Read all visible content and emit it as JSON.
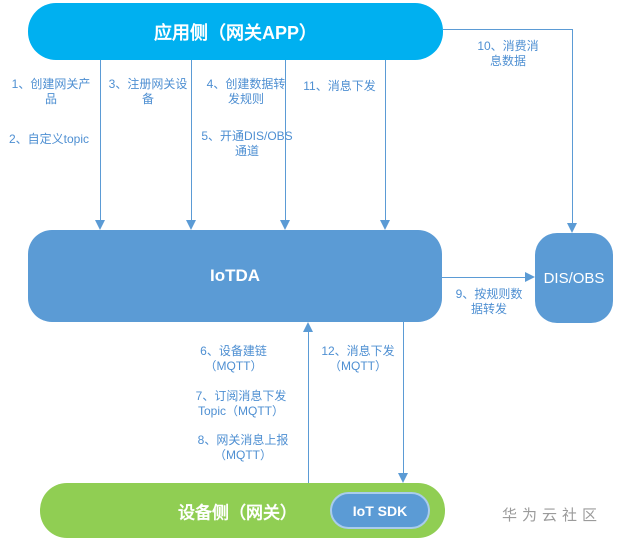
{
  "nodes": {
    "app": "应用侧（网关APP）",
    "iotda": "IoTDA",
    "disobs": "DIS/OBS",
    "device": "设备侧（网关）",
    "iot_sdk": "IoT SDK"
  },
  "labels": {
    "l1": "1、创建网关产\n品",
    "l2": "2、自定义topic",
    "l3": "3、注册网关设\n备",
    "l4": "4、创建数据转\n发规则",
    "l5": "5、开通DIS/OBS\n通道",
    "l6": "6、设备建链\n（MQTT）",
    "l7": "7、订阅消息下发\nTopic（MQTT）",
    "l8": "8、网关消息上报\n（MQTT）",
    "l9": "9、按规则数\n据转发",
    "l10": "10、消费消\n息数据",
    "l11": "11、消息下发",
    "l12": "12、消息下发\n（MQTT）"
  },
  "watermark": "华为云社区",
  "colors": {
    "app_box": "#00B0F0",
    "core_box": "#5B9BD5",
    "device_box": "#90CE53",
    "edge": "#5B9BD5",
    "label_text": "#4E8FD2",
    "watermark_text": "#9B9B9B",
    "sdk_border": "#A9CCEC",
    "box_text": "#FFFFFF"
  }
}
